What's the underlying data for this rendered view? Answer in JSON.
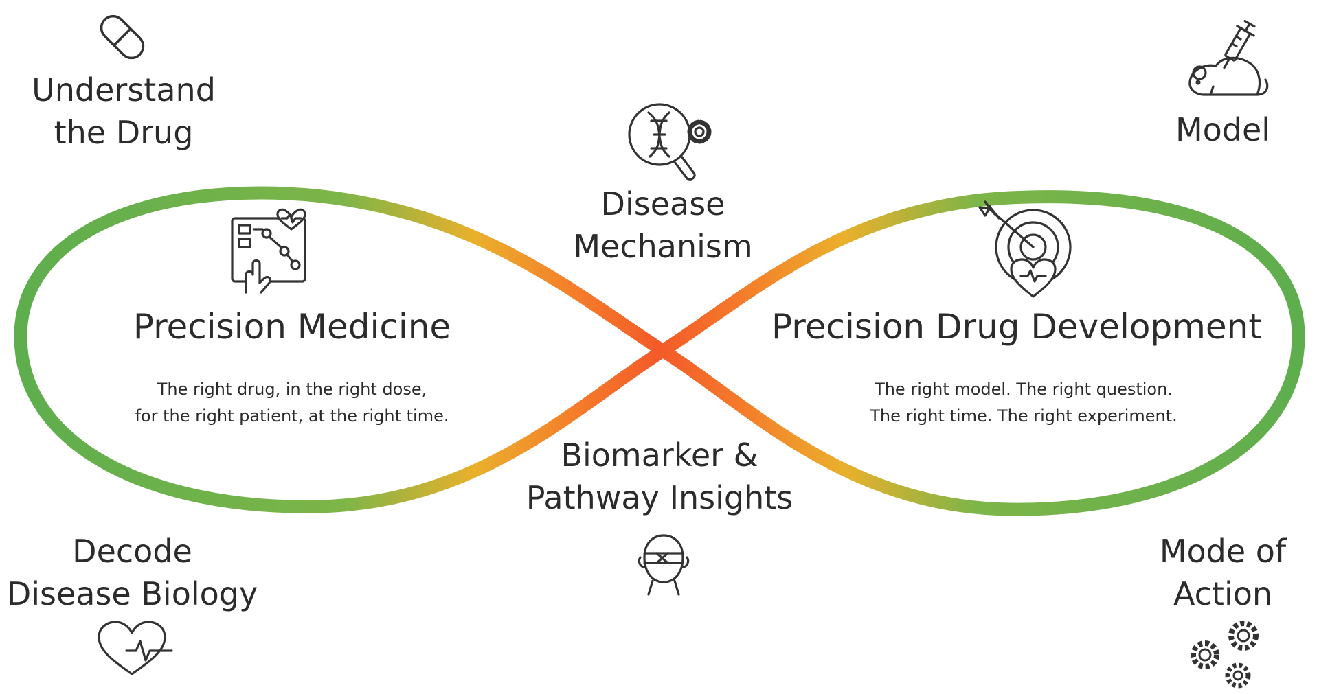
{
  "corners": {
    "top_left": {
      "line1": "Understand",
      "line2": "the Drug",
      "icon": "pill-icon"
    },
    "top_right": {
      "line1": "Model",
      "icon": "lab-mouse-syringe-icon"
    },
    "bottom_left": {
      "line1": "Decode",
      "line2": "Disease Biology",
      "icon": "heart-pulse-icon"
    },
    "bottom_right": {
      "line1": "Mode of",
      "line2": "Action",
      "icon": "gears-icon"
    }
  },
  "center": {
    "top": {
      "line1": "Disease",
      "line2": "Mechanism",
      "icon": "dna-magnifier-gear-icon"
    },
    "bottom": {
      "line1": "Biomarker &",
      "line2": "Pathway Insights",
      "icon": "head-bandage-icon"
    }
  },
  "left_loop": {
    "title": "Precision Medicine",
    "line1": "The right drug, in the right dose,",
    "line2": "for the right patient, at the right time.",
    "icon": "touch-data-heart-icon"
  },
  "right_loop": {
    "title": "Precision Drug Development",
    "line1": "The right model. The right question.",
    "line2": "The right time. The right experiment.",
    "icon": "target-arrow-heart-icon"
  },
  "colors": {
    "loop_outer": "#5cad4e",
    "loop_mid": "#eab02c",
    "loop_center": "#f35a29",
    "text": "#2b2b2b",
    "icon_stroke": "#333333"
  }
}
